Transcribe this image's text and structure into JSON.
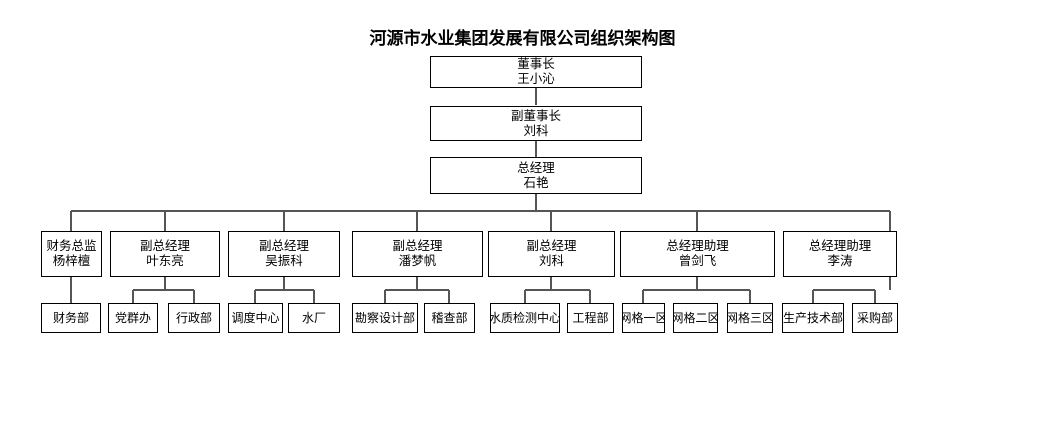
{
  "title": "河源市水业集团发展有限公司组织架构图",
  "theme": {
    "background": "#ffffff",
    "line_color": "#555555",
    "box_border": "#000000",
    "text_color": "#000000"
  },
  "chart_data": {
    "type": "diagram",
    "diagram_kind": "organization-chart",
    "title": "河源市水业集团发展有限公司组织架构图",
    "levels": 4,
    "nodes": [
      {
        "id": "chairman",
        "title": "董事长",
        "name": "王小沁",
        "level": 1,
        "parent": null
      },
      {
        "id": "vice_chairman",
        "title": "副董事长",
        "name": "刘科",
        "level": 2,
        "parent": "chairman"
      },
      {
        "id": "general_manager",
        "title": "总经理",
        "name": "石艳",
        "level": 3,
        "parent": "vice_chairman"
      },
      {
        "id": "cfo",
        "title": "财务总监",
        "name": "杨梓檀",
        "level": 4,
        "parent": "general_manager"
      },
      {
        "id": "vgm_ye",
        "title": "副总经理",
        "name": "叶东亮",
        "level": 4,
        "parent": "general_manager"
      },
      {
        "id": "vgm_wu",
        "title": "副总经理",
        "name": "吴振科",
        "level": 4,
        "parent": "general_manager"
      },
      {
        "id": "vgm_pan",
        "title": "副总经理",
        "name": "潘梦帆",
        "level": 4,
        "parent": "general_manager"
      },
      {
        "id": "vgm_liu",
        "title": "副总经理",
        "name": "刘科",
        "level": 4,
        "parent": "general_manager"
      },
      {
        "id": "asst_zeng",
        "title": "总经理助理",
        "name": "曾剑飞",
        "level": 4,
        "parent": "general_manager"
      },
      {
        "id": "asst_li",
        "title": "总经理助理",
        "name": "李涛",
        "level": 4,
        "parent": "general_manager"
      },
      {
        "id": "dept_finance",
        "title": "财务部",
        "name": "",
        "level": 5,
        "parent": "cfo"
      },
      {
        "id": "dept_party",
        "title": "党群办",
        "name": "",
        "level": 5,
        "parent": "vgm_ye"
      },
      {
        "id": "dept_admin",
        "title": "行政部",
        "name": "",
        "level": 5,
        "parent": "vgm_ye"
      },
      {
        "id": "dept_dispatch",
        "title": "调度中心",
        "name": "",
        "level": 5,
        "parent": "vgm_wu"
      },
      {
        "id": "dept_waterplant",
        "title": "水厂",
        "name": "",
        "level": 5,
        "parent": "vgm_wu"
      },
      {
        "id": "dept_survey",
        "title": "勘察设计部",
        "name": "",
        "level": 5,
        "parent": "vgm_pan"
      },
      {
        "id": "dept_inspection",
        "title": "稽查部",
        "name": "",
        "level": 5,
        "parent": "vgm_pan"
      },
      {
        "id": "dept_waterquality",
        "title": "水质检测中心",
        "name": "",
        "level": 5,
        "parent": "vgm_liu"
      },
      {
        "id": "dept_engineering",
        "title": "工程部",
        "name": "",
        "level": 5,
        "parent": "vgm_liu"
      },
      {
        "id": "dept_grid1",
        "title": "网格一区",
        "name": "",
        "level": 5,
        "parent": "asst_zeng"
      },
      {
        "id": "dept_grid2",
        "title": "网格二区",
        "name": "",
        "level": 5,
        "parent": "asst_zeng"
      },
      {
        "id": "dept_grid3",
        "title": "网格三区",
        "name": "",
        "level": 5,
        "parent": "asst_zeng"
      },
      {
        "id": "dept_production",
        "title": "生产技术部",
        "name": "",
        "level": 5,
        "parent": "asst_li"
      },
      {
        "id": "dept_purchasing",
        "title": "采购部",
        "name": "",
        "level": 5,
        "parent": "asst_li"
      }
    ]
  },
  "boxes": {
    "chairman": {
      "title": "董事长",
      "name": "王小沁"
    },
    "vice_chairman": {
      "title": "副董事长",
      "name": "刘科"
    },
    "general_manager": {
      "title": "总经理",
      "name": "石艳"
    },
    "cfo": {
      "title": "财务总监",
      "name": "杨梓檀"
    },
    "vgm_ye": {
      "title": "副总经理",
      "name": "叶东亮"
    },
    "vgm_wu": {
      "title": "副总经理",
      "name": "吴振科"
    },
    "vgm_pan": {
      "title": "副总经理",
      "name": "潘梦帆"
    },
    "vgm_liu": {
      "title": "副总经理",
      "name": "刘科"
    },
    "asst_zeng": {
      "title": "总经理助理",
      "name": "曾剑飞"
    },
    "asst_li": {
      "title": "总经理助理",
      "name": "李涛"
    },
    "dept_finance": {
      "title": "财务部"
    },
    "dept_party": {
      "title": "党群办"
    },
    "dept_admin": {
      "title": "行政部"
    },
    "dept_dispatch": {
      "title": "调度中心"
    },
    "dept_waterplant": {
      "title": "水厂"
    },
    "dept_survey": {
      "title": "勘察设计部"
    },
    "dept_inspection": {
      "title": "稽查部"
    },
    "dept_waterquality": {
      "title": "水质检测中心"
    },
    "dept_engineering": {
      "title": "工程部"
    },
    "dept_grid1": {
      "title": "网格一区"
    },
    "dept_grid2": {
      "title": "网格二区"
    },
    "dept_grid3": {
      "title": "网格三区"
    },
    "dept_production": {
      "title": "生产技术部"
    },
    "dept_purchasing": {
      "title": "采购部"
    }
  }
}
